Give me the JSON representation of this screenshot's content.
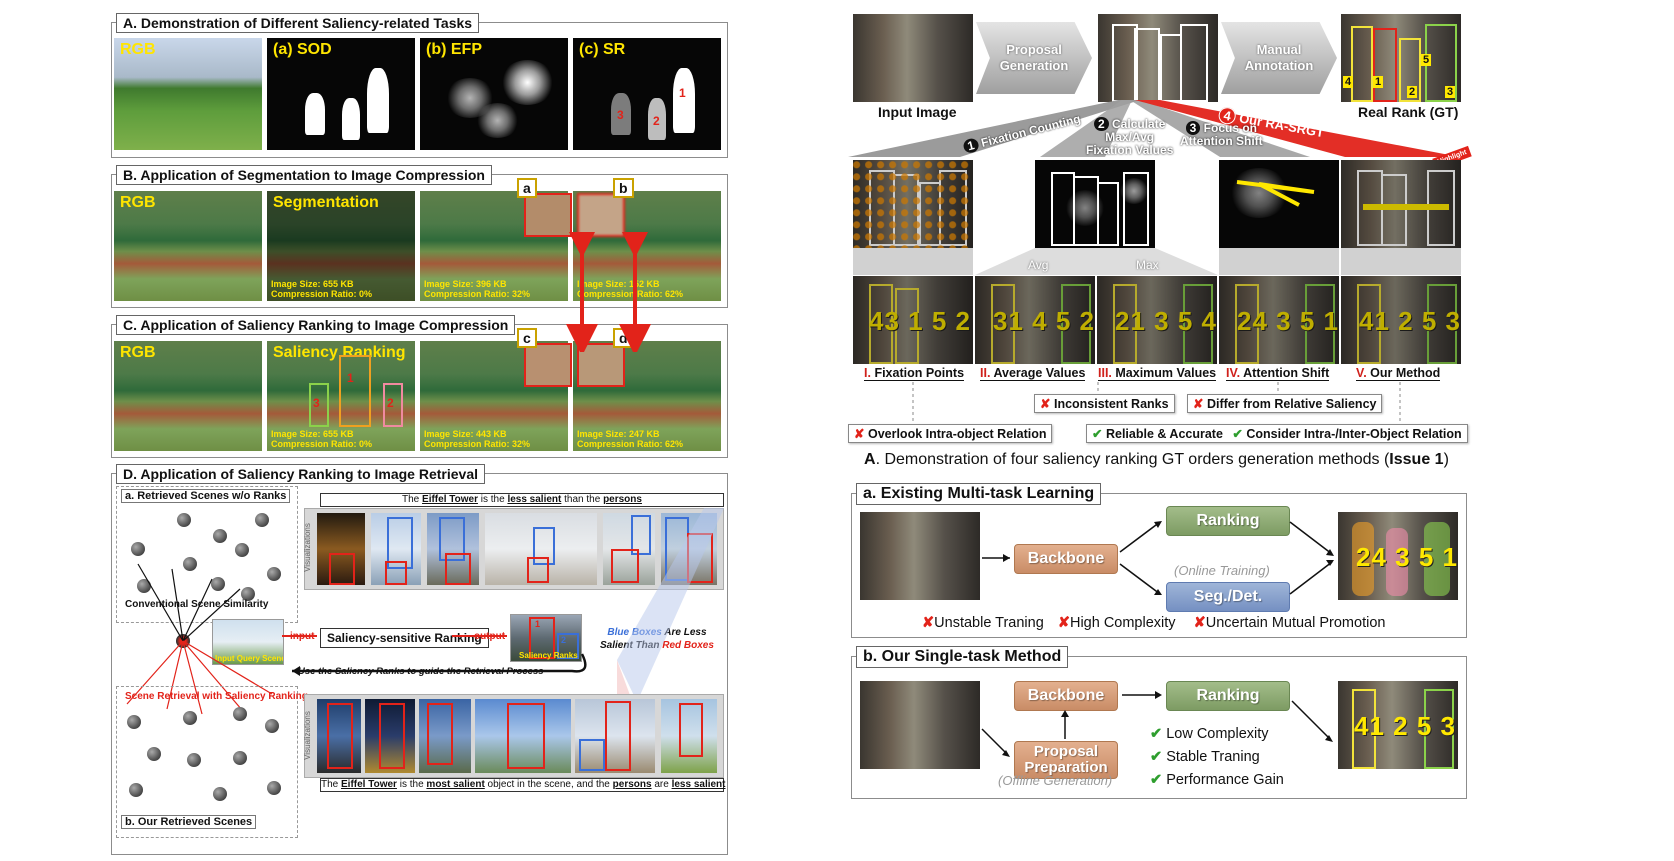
{
  "left": {
    "A": {
      "title": "A. Demonstration of Different Saliency-related Tasks",
      "rgb": "RGB",
      "sod": "(a) SOD",
      "efp": "(b) EFP",
      "sr": "(c) SR",
      "sr_ranks": [
        "1",
        "2",
        "3"
      ]
    },
    "B": {
      "title": "B. Application of Segmentation to Image Compression",
      "rgb": "RGB",
      "seg": "Segmentation",
      "size1": "Image Size: 655 KB",
      "ratio1": "Compression Ratio: 0%",
      "size2": "Image Size: 396 KB",
      "ratio2": "Compression Ratio: 32%",
      "size3": "Image Size: 152 KB",
      "ratio3": "Compression Ratio: 62%",
      "tag_a": "a",
      "tag_b": "b"
    },
    "C": {
      "title": "C. Application of Saliency Ranking to Image Compression",
      "rgb": "RGB",
      "rank": "Saliency Ranking",
      "size1": "Image Size: 655 KB",
      "ratio1": "Compression Ratio: 0%",
      "size2": "Image Size: 443 KB",
      "ratio2": "Compression Ratio: 32%",
      "size3": "Image Size: 247 KB",
      "ratio3": "Compression Ratio: 62%",
      "tag_c": "c",
      "tag_d": "d",
      "ranks": [
        "1",
        "2",
        "3"
      ]
    },
    "D": {
      "title": "D. Application of Saliency Ranking to Image Retrieval",
      "retrieved_wo": "a. Retrieved Scenes w/o Ranks",
      "conventional": "Conventional Scene Similarity",
      "top_caption_pre": "The ",
      "top_caption_b1": "Eiffel Tower",
      "top_caption_mid": " is the ",
      "top_caption_b2": "less salient",
      "top_caption_mid2": " than the ",
      "top_caption_b3": "persons",
      "visualizations": "Visualizations",
      "input_query": "Input Query Scene",
      "input": "input",
      "ranking_box": "Saliency-sensitive Ranking",
      "output": "output",
      "saliency_ranks": "Saliency Ranks",
      "rank_labels": [
        "1",
        "2"
      ],
      "blue_note_1": "Blue Boxes",
      "blue_note_2": " Are Less",
      "blue_note_3": "Salient Than ",
      "blue_note_4": "Red Boxes",
      "guide": "Use the Saliency Ranks to guide the Retrieval Process",
      "scene_retrieval": "Scene Retrieval with Saliency Ranking",
      "ours": "b. Our Retrieved Scenes",
      "bot_caption_pre": "The ",
      "bot_caption_b1": "Eiffel Tower",
      "bot_caption_mid": " is the ",
      "bot_caption_b2": "most salient",
      "bot_caption_mid2": " object in the scene, and the ",
      "bot_caption_b3": "persons",
      "bot_caption_mid3": " are ",
      "bot_caption_b4": "less salient"
    }
  },
  "right": {
    "top": {
      "proposal": "Proposal Generation",
      "manual": "Manual Annotation",
      "input_image": "Input Image",
      "real_rank": "Real Rank (GT)",
      "gt_ranks": [
        "4",
        "1",
        "2",
        "5",
        "3"
      ],
      "m1_num": "1",
      "m1": "Fixation Counting",
      "m2_num": "2",
      "m2a": "Calculate",
      "m2b": "Max/Avg",
      "m2c": "Fixation Values",
      "m3_num": "3",
      "m3a": "Focus on",
      "m3b": "Attention Shift",
      "m4_num": "4",
      "m4": "Our RA-SRGT",
      "highlight": "Highlight",
      "avg": "Avg",
      "max": "Max",
      "nums": [
        "43 1 5 2",
        "31 4 5 2",
        "21 3 5 4",
        "24 3 5 1",
        "41 2 5 3"
      ],
      "r1_roman": "I.",
      "r1": "Fixation Points",
      "r2_roman": "II.",
      "r2": "Average Values",
      "r3_roman": "III.",
      "r3": "Maximum Values",
      "r4_roman": "IV.",
      "r4": "Attention Shift",
      "r5_roman": "V.",
      "r5": "Our Method",
      "inconsistent": "Inconsistent Ranks",
      "differ": "Differ from Relative Saliency",
      "overlook": "Overlook Intra-object Relation",
      "reliable": "Reliable & Accurate",
      "consider": "Consider Intra-/Inter-Object Relation",
      "caption_a": "A",
      "caption_text": ". Demonstration of four saliency ranking GT orders generation methods (",
      "caption_issue": "Issue 1",
      "caption_end": ")"
    },
    "a": {
      "title": "a. Existing Multi-task Learning",
      "backbone": "Backbone",
      "ranking": "Ranking",
      "seg": "Seg./Det.",
      "online": "(Online Training)",
      "nums": "24 3 5 1",
      "c1": "Unstable Traning",
      "c2": "High Complexity",
      "c3": "Uncertain Mutual Promotion"
    },
    "b": {
      "title": "b. Our Single-task Method",
      "backbone": "Backbone",
      "ranking": "Ranking",
      "proposal": "Proposal Preparation",
      "offline": "(Offline Generation)",
      "nums": "41 2 5 3",
      "p1": "Low Complexity",
      "p2": "Stable Traning",
      "p3": "Performance Gain"
    }
  },
  "colors": {
    "accent_red": "#e2231a",
    "rank_yellow": "#ffe800",
    "check_green": "#2e9e2e"
  }
}
